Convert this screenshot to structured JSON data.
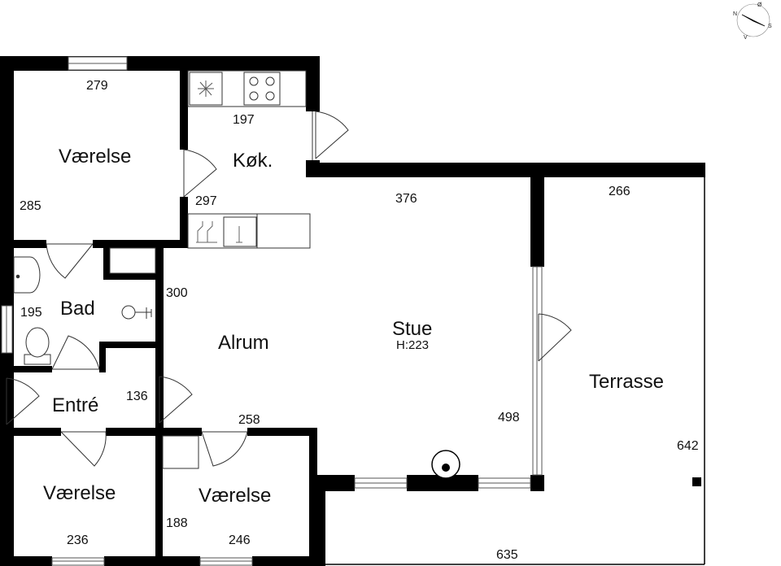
{
  "floorplan": {
    "rooms": {
      "vaerelse_top": "Værelse",
      "kitchen": "Køk.",
      "bath": "Bad",
      "alrum": "Alrum",
      "stue": "Stue",
      "stue_height": "H:223",
      "terrasse": "Terrasse",
      "entre": "Entré",
      "vaerelse_bottom_left": "Værelse",
      "vaerelse_bottom_mid": "Værelse"
    },
    "dimensions": {
      "d279": "279",
      "d285": "285",
      "d197": "197",
      "d297": "297",
      "d376": "376",
      "d266": "266",
      "d300": "300",
      "d195": "195",
      "d136": "136",
      "d258": "258",
      "d498": "498",
      "d642": "642",
      "d236": "236",
      "d188": "188",
      "d246": "246",
      "d635": "635"
    },
    "compass": {
      "n": "N",
      "o": "Ø",
      "s": "S",
      "v": "V"
    }
  },
  "colors": {
    "wall": "#000000",
    "background": "#ffffff",
    "fixture_stroke": "#333333",
    "window_fill": "#dddddd"
  }
}
